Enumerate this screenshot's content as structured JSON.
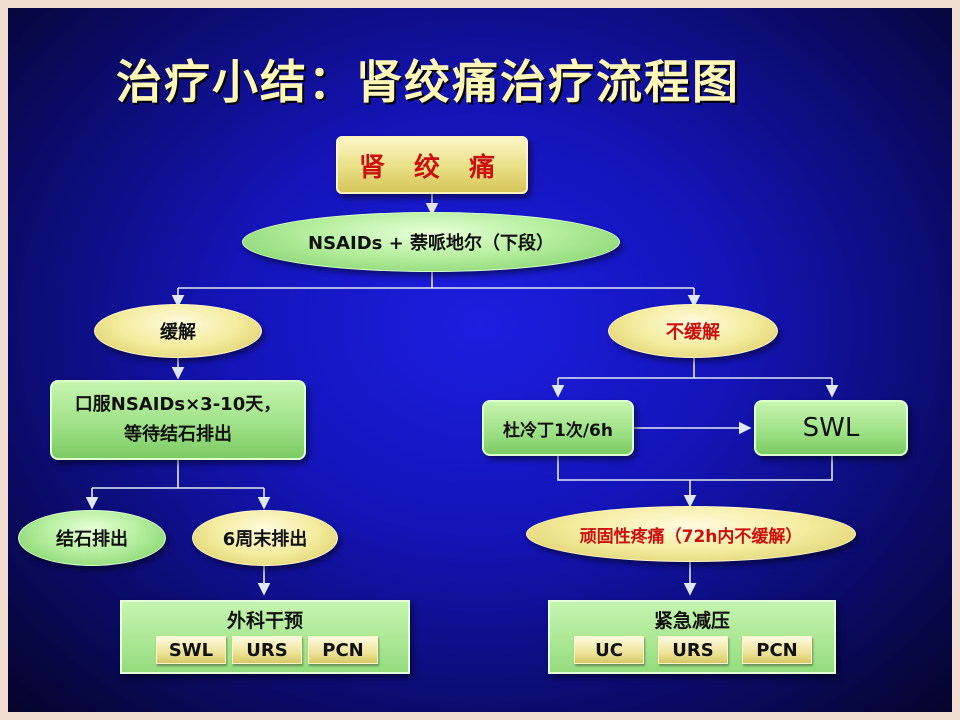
{
  "title": "治疗小结：肾绞痛治疗流程图",
  "nodes": {
    "root": "肾 绞 痛",
    "initial": "NSAIDs + 萘哌地尔（下段）",
    "relief": "缓解",
    "no_relief": "不缓解",
    "oral": "口服NSAIDs×3-10天，等待结石排出",
    "dolantin": "杜冷丁1次/6h",
    "swl": "SWL",
    "passed": "结石排出",
    "not_passed": "6周末排出",
    "refractory": "顽固性疼痛（72h内不缓解）"
  },
  "panels": {
    "surgery": {
      "title": "外科干预",
      "options": [
        "SWL",
        "URS",
        "PCN"
      ]
    },
    "emergency": {
      "title": "紧急减压",
      "options": [
        "UC",
        "URS",
        "PCN"
      ]
    }
  },
  "colors": {
    "background": "#1414b8",
    "line": "#dfe8f0",
    "red_text": "#cc1010",
    "title": "#fff7b8"
  }
}
